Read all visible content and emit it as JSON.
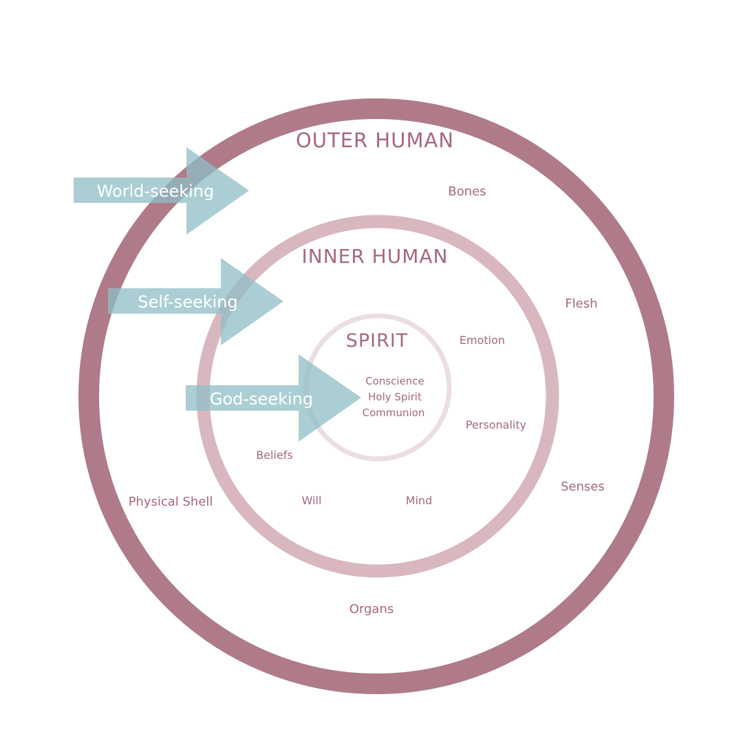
{
  "colors": {
    "outer_ring": "#af7b89",
    "inner_ring": "#d9b7bf",
    "spirit_ring": "#ecdde1",
    "text": "#a8677c",
    "arrow": "#8fbdc6",
    "arrow_text": "#ffffff",
    "background": "#ffffff"
  },
  "outer": {
    "title": "OUTER HUMAN",
    "items": {
      "bones": "Bones",
      "flesh": "Flesh",
      "senses": "Senses",
      "organs": "Organs",
      "physical_shell": "Physical Shell"
    }
  },
  "inner": {
    "title": "INNER HUMAN",
    "items": {
      "emotion": "Emotion",
      "personality": "Personality",
      "mind": "Mind",
      "will": "Will",
      "beliefs": "Beliefs"
    }
  },
  "spirit": {
    "title": "SPIRIT",
    "items": [
      "Conscience",
      "Holy Spirit",
      "Communion"
    ]
  },
  "arrows": [
    {
      "label": "World-seeking"
    },
    {
      "label": "Self-seeking"
    },
    {
      "label": "God-seeking"
    }
  ]
}
